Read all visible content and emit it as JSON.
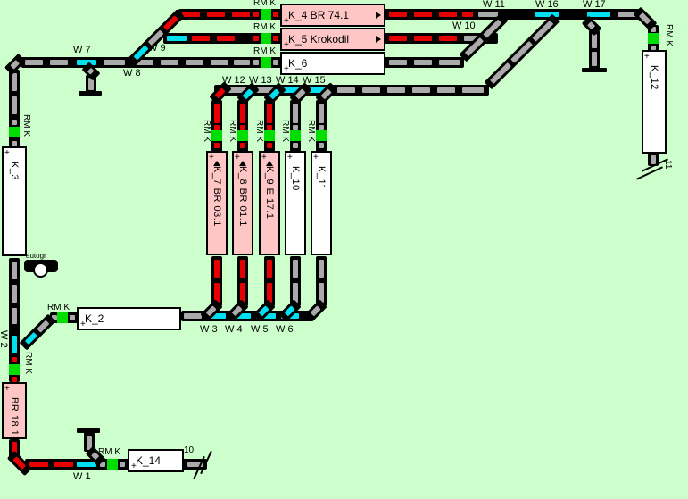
{
  "palette": {
    "background": "#ccffcc",
    "track": "#000000",
    "free": "#aaaaaa",
    "occupied": "#e60000",
    "route": "#00e0f0",
    "feedback": "#00dd00",
    "block_free": "#ffffff",
    "block_occupied": "#ffc6c6",
    "text": "#000000"
  },
  "button": {
    "label": "autogr"
  },
  "feedback_label": "RM K",
  "switches": [
    {
      "id": "W_1",
      "label": "W 1"
    },
    {
      "id": "W_2",
      "label": "W 2"
    },
    {
      "id": "W_3",
      "label": "W 3"
    },
    {
      "id": "W_4",
      "label": "W 4"
    },
    {
      "id": "W_5",
      "label": "W 5"
    },
    {
      "id": "W_6",
      "label": "W 6"
    },
    {
      "id": "W_7",
      "label": "W 7"
    },
    {
      "id": "W_8",
      "label": "W 8"
    },
    {
      "id": "W_9",
      "label": "W 9"
    },
    {
      "id": "W_10",
      "label": "W 10"
    },
    {
      "id": "W_11",
      "label": "W 11"
    },
    {
      "id": "W_12",
      "label": "W 12"
    },
    {
      "id": "W_13",
      "label": "W 13"
    },
    {
      "id": "W_14",
      "label": "W 14"
    },
    {
      "id": "W_15",
      "label": "W 15"
    },
    {
      "id": "W_16",
      "label": "W 16"
    },
    {
      "id": "W_17",
      "label": "W 17"
    }
  ],
  "blocks": [
    {
      "id": "K_2",
      "label": "K_2",
      "occupied": false
    },
    {
      "id": "K_3",
      "label": "K_3",
      "occupied": false
    },
    {
      "id": "K_4",
      "label": "K_4 BR 74.1",
      "occupied": true
    },
    {
      "id": "K_5",
      "label": "K_5 Krokodil",
      "occupied": true
    },
    {
      "id": "K_6",
      "label": "K_6",
      "occupied": false
    },
    {
      "id": "K_7",
      "label": "K_7 BR 03.1",
      "occupied": true
    },
    {
      "id": "K_8",
      "label": "K_8 BR 01.1",
      "occupied": true
    },
    {
      "id": "K_9",
      "label": "K_9 E 17.1",
      "occupied": true
    },
    {
      "id": "K_10",
      "label": "K_10",
      "occupied": false
    },
    {
      "id": "K_11",
      "label": "K_11",
      "occupied": false
    },
    {
      "id": "K_12",
      "label": "K_12",
      "occupied": false
    },
    {
      "id": "K_14",
      "label": "K_14",
      "occupied": false
    },
    {
      "id": "BR_18",
      "label": "BR 18.1",
      "occupied": true
    }
  ],
  "connectors": [
    {
      "id": "c10",
      "label": "10"
    },
    {
      "id": "c11",
      "label": "11"
    }
  ]
}
